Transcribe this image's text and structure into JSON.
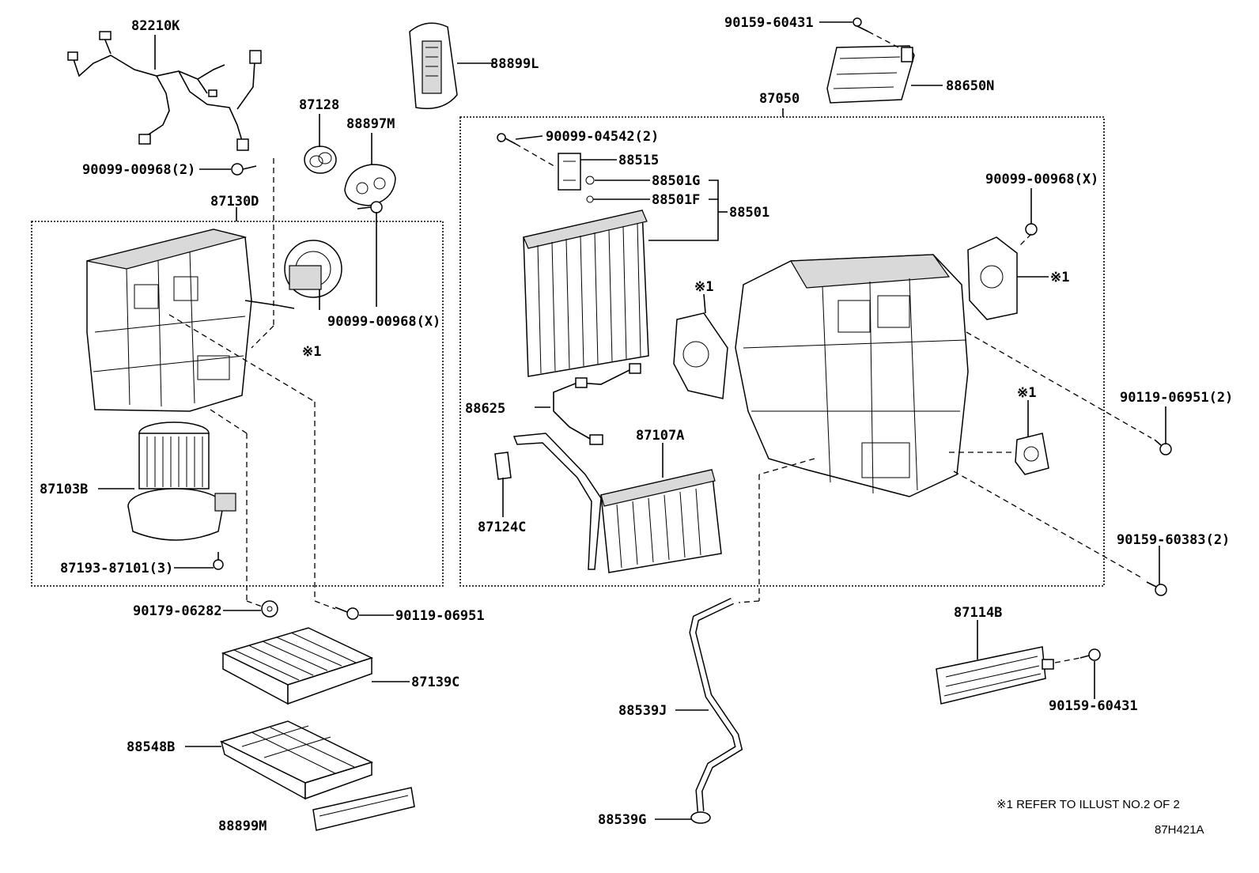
{
  "diagram": {
    "labels": {
      "p82210K": "82210K",
      "p88899L": "88899L",
      "p90159_60431_top": "90159-60431",
      "p88650N": "88650N",
      "p87128": "87128",
      "p88897M": "88897M",
      "p87050": "87050",
      "p90099_00968_2": "90099-00968(2)",
      "p90099_04542_2": "90099-04542(2)",
      "p88515": "88515",
      "p88501G": "88501G",
      "p88501F": "88501F",
      "p88501": "88501",
      "p87130D": "87130D",
      "p90099_00968_X_right": "90099-00968(X)",
      "p90099_00968_X_left": "90099-00968(X)",
      "ref1_a": "※1",
      "ref1_b": "※1",
      "ref1_c": "※1",
      "ref1_d": "※1",
      "p88625": "88625",
      "p87107A": "87107A",
      "p90119_06951_2": "90119-06951(2)",
      "p87103B": "87103B",
      "p87124C": "87124C",
      "p90159_60383_2": "90159-60383(2)",
      "p87193_87101_3": "87193-87101(3)",
      "p90179_06282": "90179-06282",
      "p90119_06951": "90119-06951",
      "p87114B": "87114B",
      "p87139C": "87139C",
      "p88539J": "88539J",
      "p90159_60431_bottom": "90159-60431",
      "p88548B": "88548B",
      "p88899M": "88899M",
      "p88539G": "88539G"
    },
    "footnote": "※1 REFER TO ILLUST NO.2 OF 2",
    "illustration_code": "87H421A"
  }
}
